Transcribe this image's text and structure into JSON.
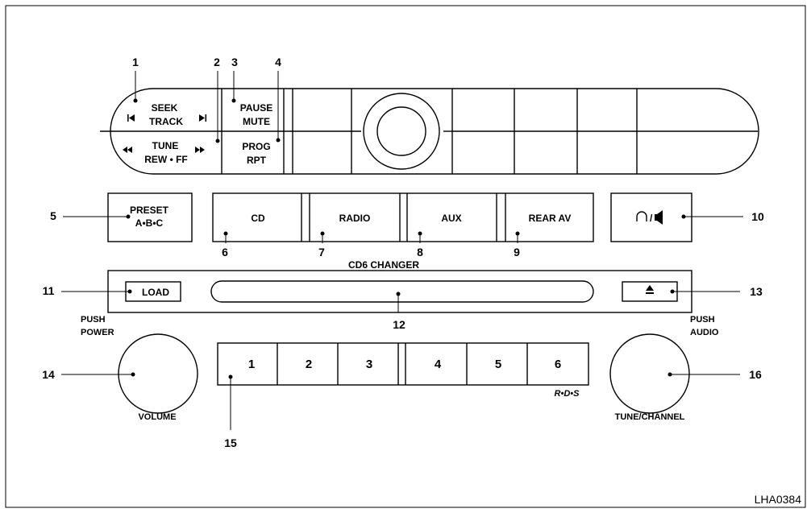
{
  "figure_code": "LHA0384",
  "callouts": [
    "1",
    "2",
    "3",
    "4",
    "5",
    "6",
    "7",
    "8",
    "9",
    "10",
    "11",
    "12",
    "13",
    "14",
    "15",
    "16"
  ],
  "top_panel": {
    "seek": "SEEK",
    "track": "TRACK",
    "tune": "TUNE",
    "rew_ff": "REW • FF",
    "pause": "PAUSE",
    "mute": "MUTE",
    "prog": "PROG",
    "rpt": "RPT"
  },
  "preset": {
    "line1": "PRESET",
    "line2": "A•B•C"
  },
  "sources": [
    "CD",
    "RADIO",
    "AUX",
    "REAR AV"
  ],
  "headphone_speaker_icon": "headphone-speaker-icon",
  "changer_label": "CD6 CHANGER",
  "load_label": "LOAD",
  "eject_icon": "eject-icon",
  "push_power": [
    "PUSH",
    "POWER"
  ],
  "push_audio": [
    "PUSH",
    "AUDIO"
  ],
  "volume_label": "VOLUME",
  "tune_channel_label": "TUNE/CHANNEL",
  "preset_numbers": [
    "1",
    "2",
    "3",
    "4",
    "5",
    "6"
  ],
  "rds_label": "R•D•S"
}
